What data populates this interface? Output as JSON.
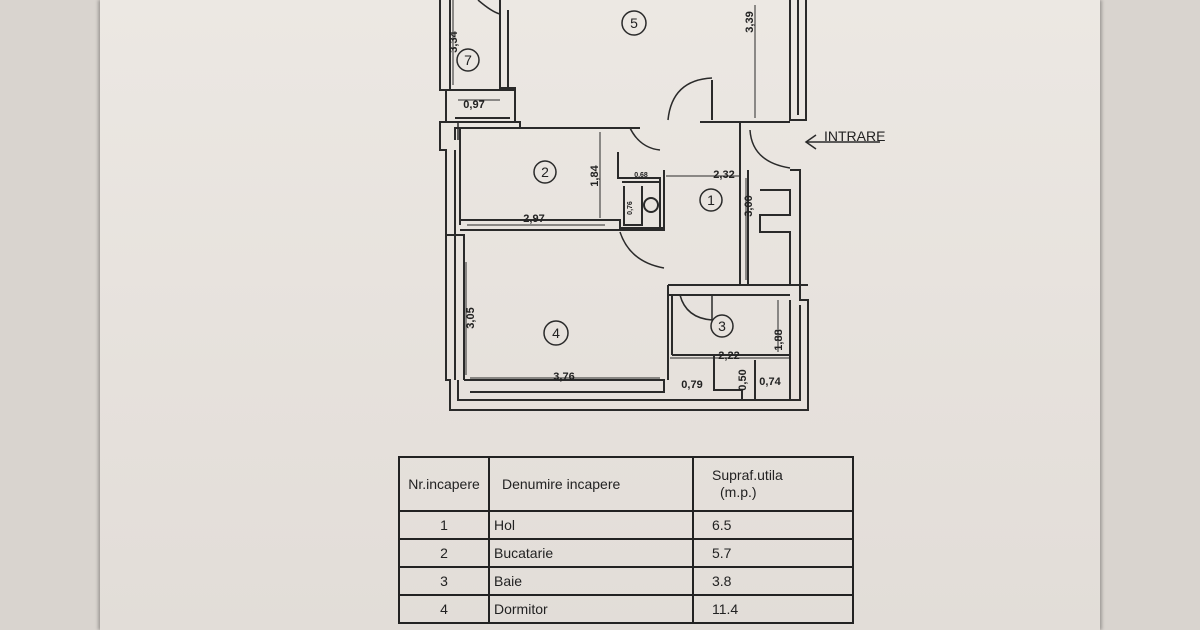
{
  "entrance_label": "INTRARE",
  "rooms": [
    {
      "id": "1",
      "label": "1"
    },
    {
      "id": "2",
      "label": "2"
    },
    {
      "id": "3",
      "label": "3"
    },
    {
      "id": "4",
      "label": "4"
    },
    {
      "id": "5",
      "label": "5"
    },
    {
      "id": "7",
      "label": "7"
    }
  ],
  "dimensions": {
    "d334": "3,34",
    "d097": "0,97",
    "d339": "3,39",
    "d184": "1,84",
    "d232": "2,32",
    "d068": "0,68",
    "d076": "0,76",
    "d300": "3,00",
    "d297": "2,97",
    "d305": "3,05",
    "d376": "3,76",
    "d222": "2,22",
    "d188": "1,88",
    "d079": "0,79",
    "d050": "0,50",
    "d074": "0,74"
  },
  "table": {
    "headers": {
      "number": "Nr.incapere",
      "name": "Denumire incapere",
      "area_line1": "Supraf.utila",
      "area_line2": "(m.p.)"
    },
    "rows": [
      {
        "number": "1",
        "name": "Hol",
        "area": "6.5"
      },
      {
        "number": "2",
        "name": "Bucatarie",
        "area": "5.7"
      },
      {
        "number": "3",
        "name": "Baie",
        "area": "3.8"
      },
      {
        "number": "4",
        "name": "Dormitor",
        "area": "11.4"
      }
    ]
  }
}
